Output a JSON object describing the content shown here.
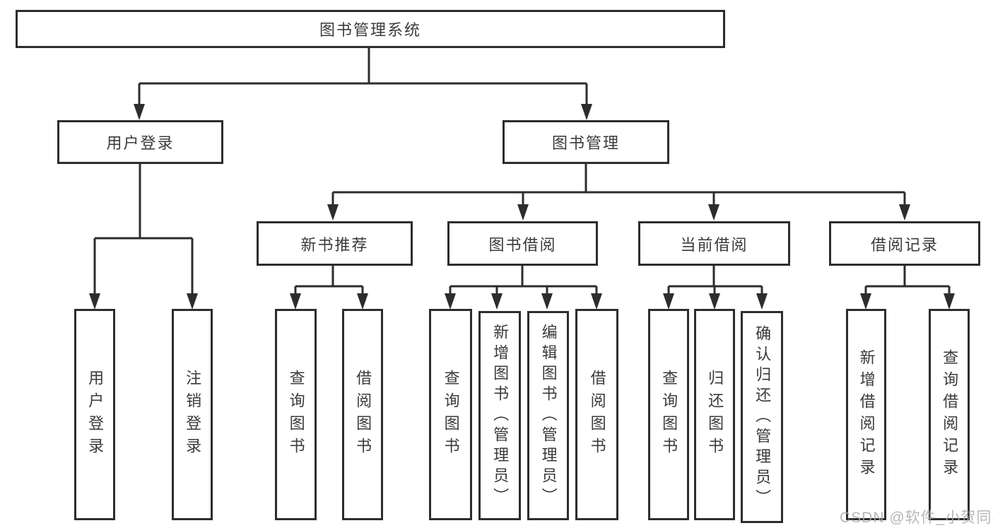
{
  "diagram": {
    "colors": {
      "line": "#2d2d2d",
      "box_border": "#2d2d2d",
      "text": "#3a3a3a",
      "background": "#ffffff",
      "watermark": "#aaaaaa"
    },
    "watermark": "CSDN @软件_小贺同学",
    "nodes": {
      "root": {
        "label": "图书管理系统"
      },
      "user_login": {
        "label": "用户登录"
      },
      "book_mgmt": {
        "label": "图书管理"
      },
      "new_book": {
        "label": "新书推荐"
      },
      "book_borrow": {
        "label": "图书借阅"
      },
      "current_borrow": {
        "label": "当前借阅"
      },
      "borrow_records": {
        "label": "借阅记录"
      },
      "login_user": {
        "label": "用户登录"
      },
      "login_logout": {
        "label": "注销登录"
      },
      "nb_query": {
        "label": "查询图书"
      },
      "nb_borrow": {
        "label": "借阅图书"
      },
      "bb_query": {
        "label": "查询图书"
      },
      "bb_add": {
        "label": "新增图书（管理员）"
      },
      "bb_edit": {
        "label": "编辑图书（管理员）"
      },
      "bb_borrow": {
        "label": "借阅图书"
      },
      "cb_query": {
        "label": "查询图书"
      },
      "cb_return": {
        "label": "归还图书"
      },
      "cb_confirm": {
        "label": "确认归还（管理员）"
      },
      "br_add": {
        "label": "新增借阅记录"
      },
      "br_query": {
        "label": "查询借阅记录"
      }
    }
  }
}
